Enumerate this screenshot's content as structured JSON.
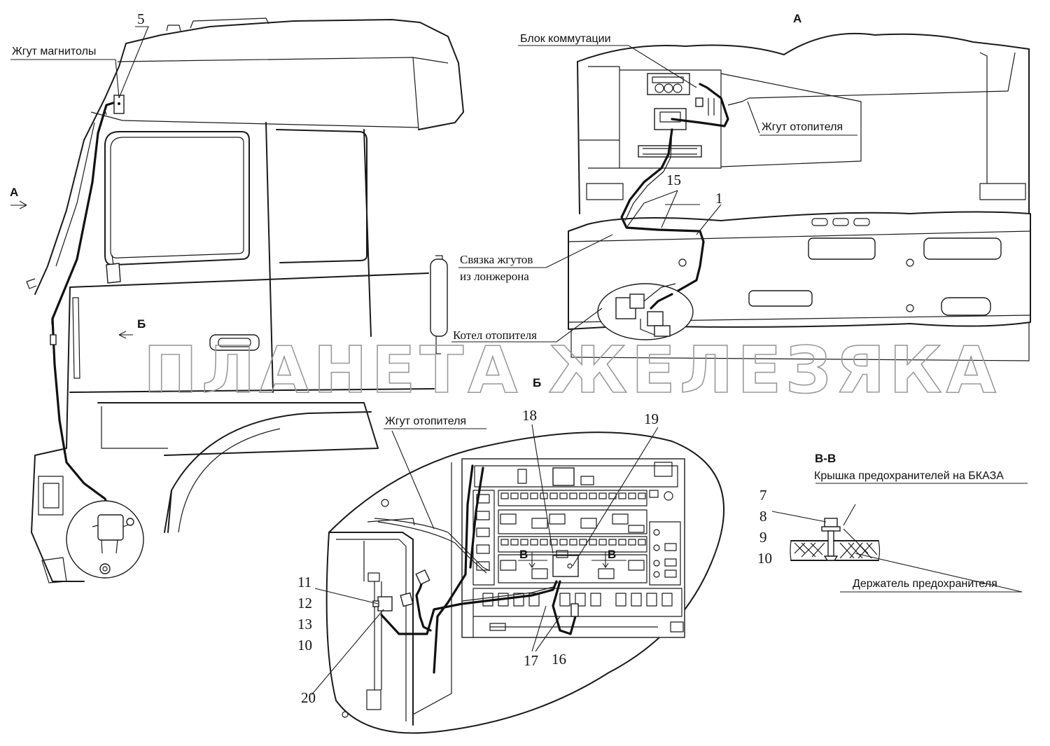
{
  "labels": {
    "radio_harness": "Жгут магнитолы",
    "switch_unit": "Блок коммутации",
    "heater_harness_top": "Жгут отопителя",
    "harness_bundle_line1": "Связка жгутов",
    "harness_bundle_line2": "из лонжерона",
    "heater_boiler": "Котел отопителя",
    "heater_harness_detail": "Жгут отопителя",
    "fuse_cover": "Крышка предохранителей на БКАЗА",
    "fuse_holder": "Держатель предохранителя"
  },
  "views": {
    "view_a_arrow": "А",
    "view_a_title": "А",
    "view_b_arrow": "Б",
    "view_b_detail": "Б",
    "section_title": "В-В",
    "section_mark_left": "В",
    "section_mark_right": "В"
  },
  "callouts": {
    "c5": "5",
    "c15": "15",
    "c1": "1",
    "c18": "18",
    "c19": "19",
    "c11": "11",
    "c12": "12",
    "c13": "13",
    "c10a": "10",
    "c20": "20",
    "c17": "17",
    "c16": "16",
    "c7": "7",
    "c8": "8",
    "c9": "9",
    "c10b": "10"
  },
  "watermark": "ПЛАНЕТА ЖЕЛЕЗЯКА"
}
